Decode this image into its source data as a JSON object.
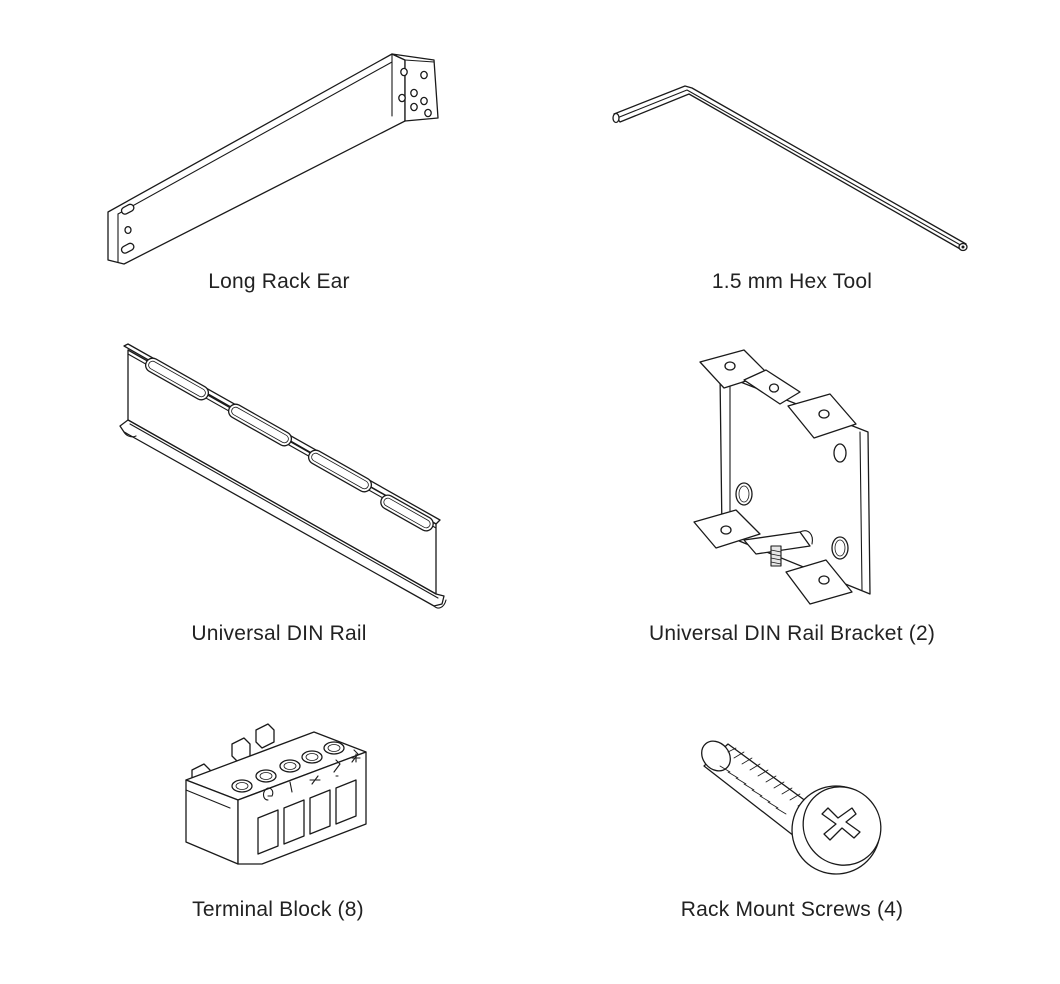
{
  "items": [
    {
      "label": "Long Rack Ear"
    },
    {
      "label": "1.5 mm Hex Tool"
    },
    {
      "label": "Universal DIN Rail"
    },
    {
      "label": "Universal DIN Rail Bracket (2)"
    },
    {
      "label": "Terminal Block (8)"
    },
    {
      "label": "Rack Mount Screws (4)"
    }
  ]
}
